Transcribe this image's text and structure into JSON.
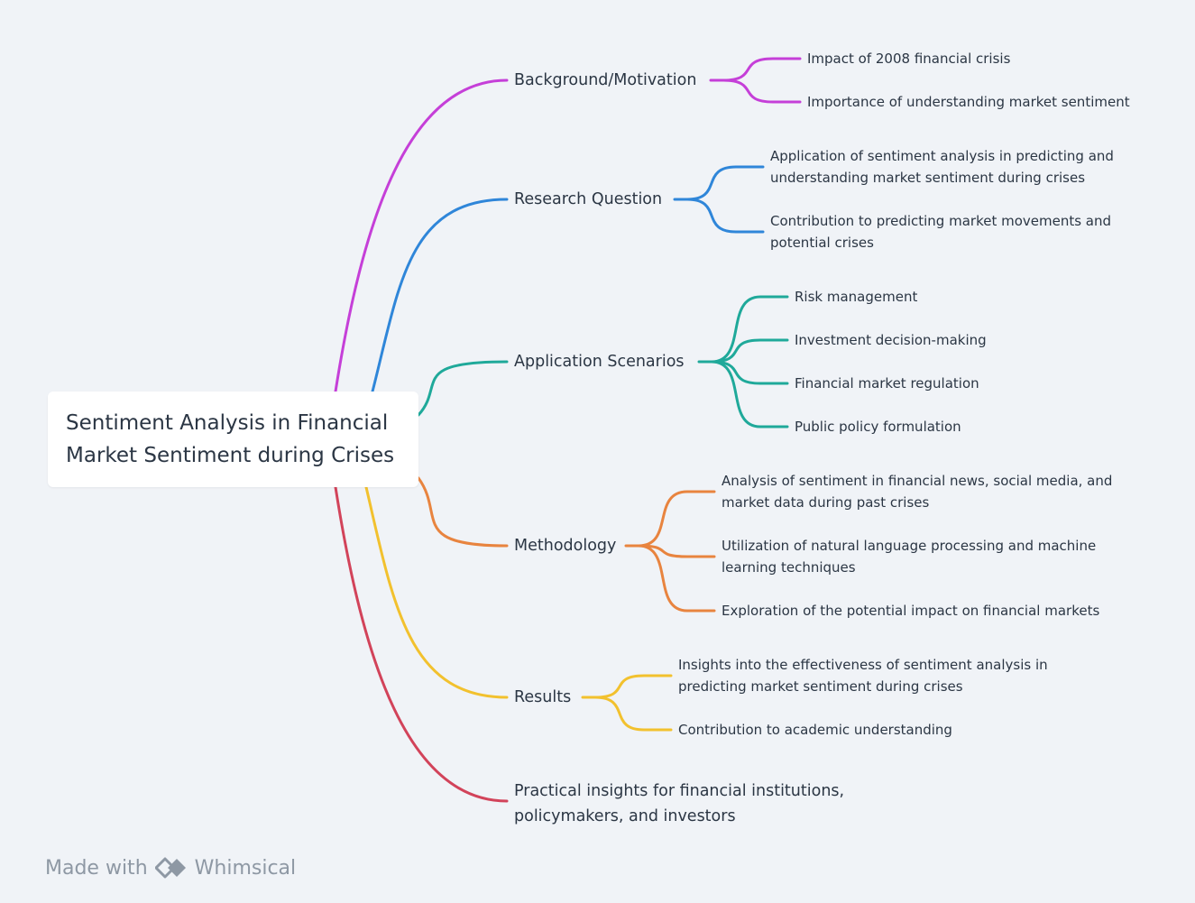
{
  "root": {
    "title_line1": "Sentiment Analysis in Financial",
    "title_line2": "Market Sentiment during Crises"
  },
  "branches": [
    {
      "label": "Background/Motivation",
      "color": "#c53fd8",
      "children": [
        {
          "lines": [
            "Impact of 2008 financial crisis"
          ]
        },
        {
          "lines": [
            "Importance of understanding market sentiment"
          ]
        }
      ]
    },
    {
      "label": "Research Question",
      "color": "#2f86d9",
      "children": [
        {
          "lines": [
            "Application of sentiment analysis in predicting and",
            "understanding market sentiment during crises"
          ]
        },
        {
          "lines": [
            "Contribution to predicting market movements and",
            "potential crises"
          ]
        }
      ]
    },
    {
      "label": "Application Scenarios",
      "color": "#1fa99a",
      "children": [
        {
          "lines": [
            "Risk management"
          ]
        },
        {
          "lines": [
            "Investment decision-making"
          ]
        },
        {
          "lines": [
            "Financial market regulation"
          ]
        },
        {
          "lines": [
            "Public policy formulation"
          ]
        }
      ]
    },
    {
      "label": "Methodology",
      "color": "#e8843f",
      "children": [
        {
          "lines": [
            "Analysis of sentiment in financial news, social media, and",
            "market data during past crises"
          ]
        },
        {
          "lines": [
            "Utilization of natural language processing and machine",
            "learning techniques"
          ]
        },
        {
          "lines": [
            "Exploration of the potential impact on financial markets"
          ]
        }
      ]
    },
    {
      "label": "Results",
      "color": "#f2c12e",
      "children": [
        {
          "lines": [
            "Insights into the effectiveness of sentiment analysis in",
            "predicting market sentiment during crises"
          ]
        },
        {
          "lines": [
            "Contribution to academic understanding"
          ]
        }
      ]
    },
    {
      "label": "Practical insights for financial institutions,\npolicymakers, and investors",
      "label_lines": [
        "Practical insights for financial institutions,",
        "policymakers, and investors"
      ],
      "color": "#d2435a",
      "children": []
    }
  ],
  "watermark": {
    "prefix": "Made with",
    "brand": "Whimsical",
    "icon": "whimsical-logo-icon"
  }
}
